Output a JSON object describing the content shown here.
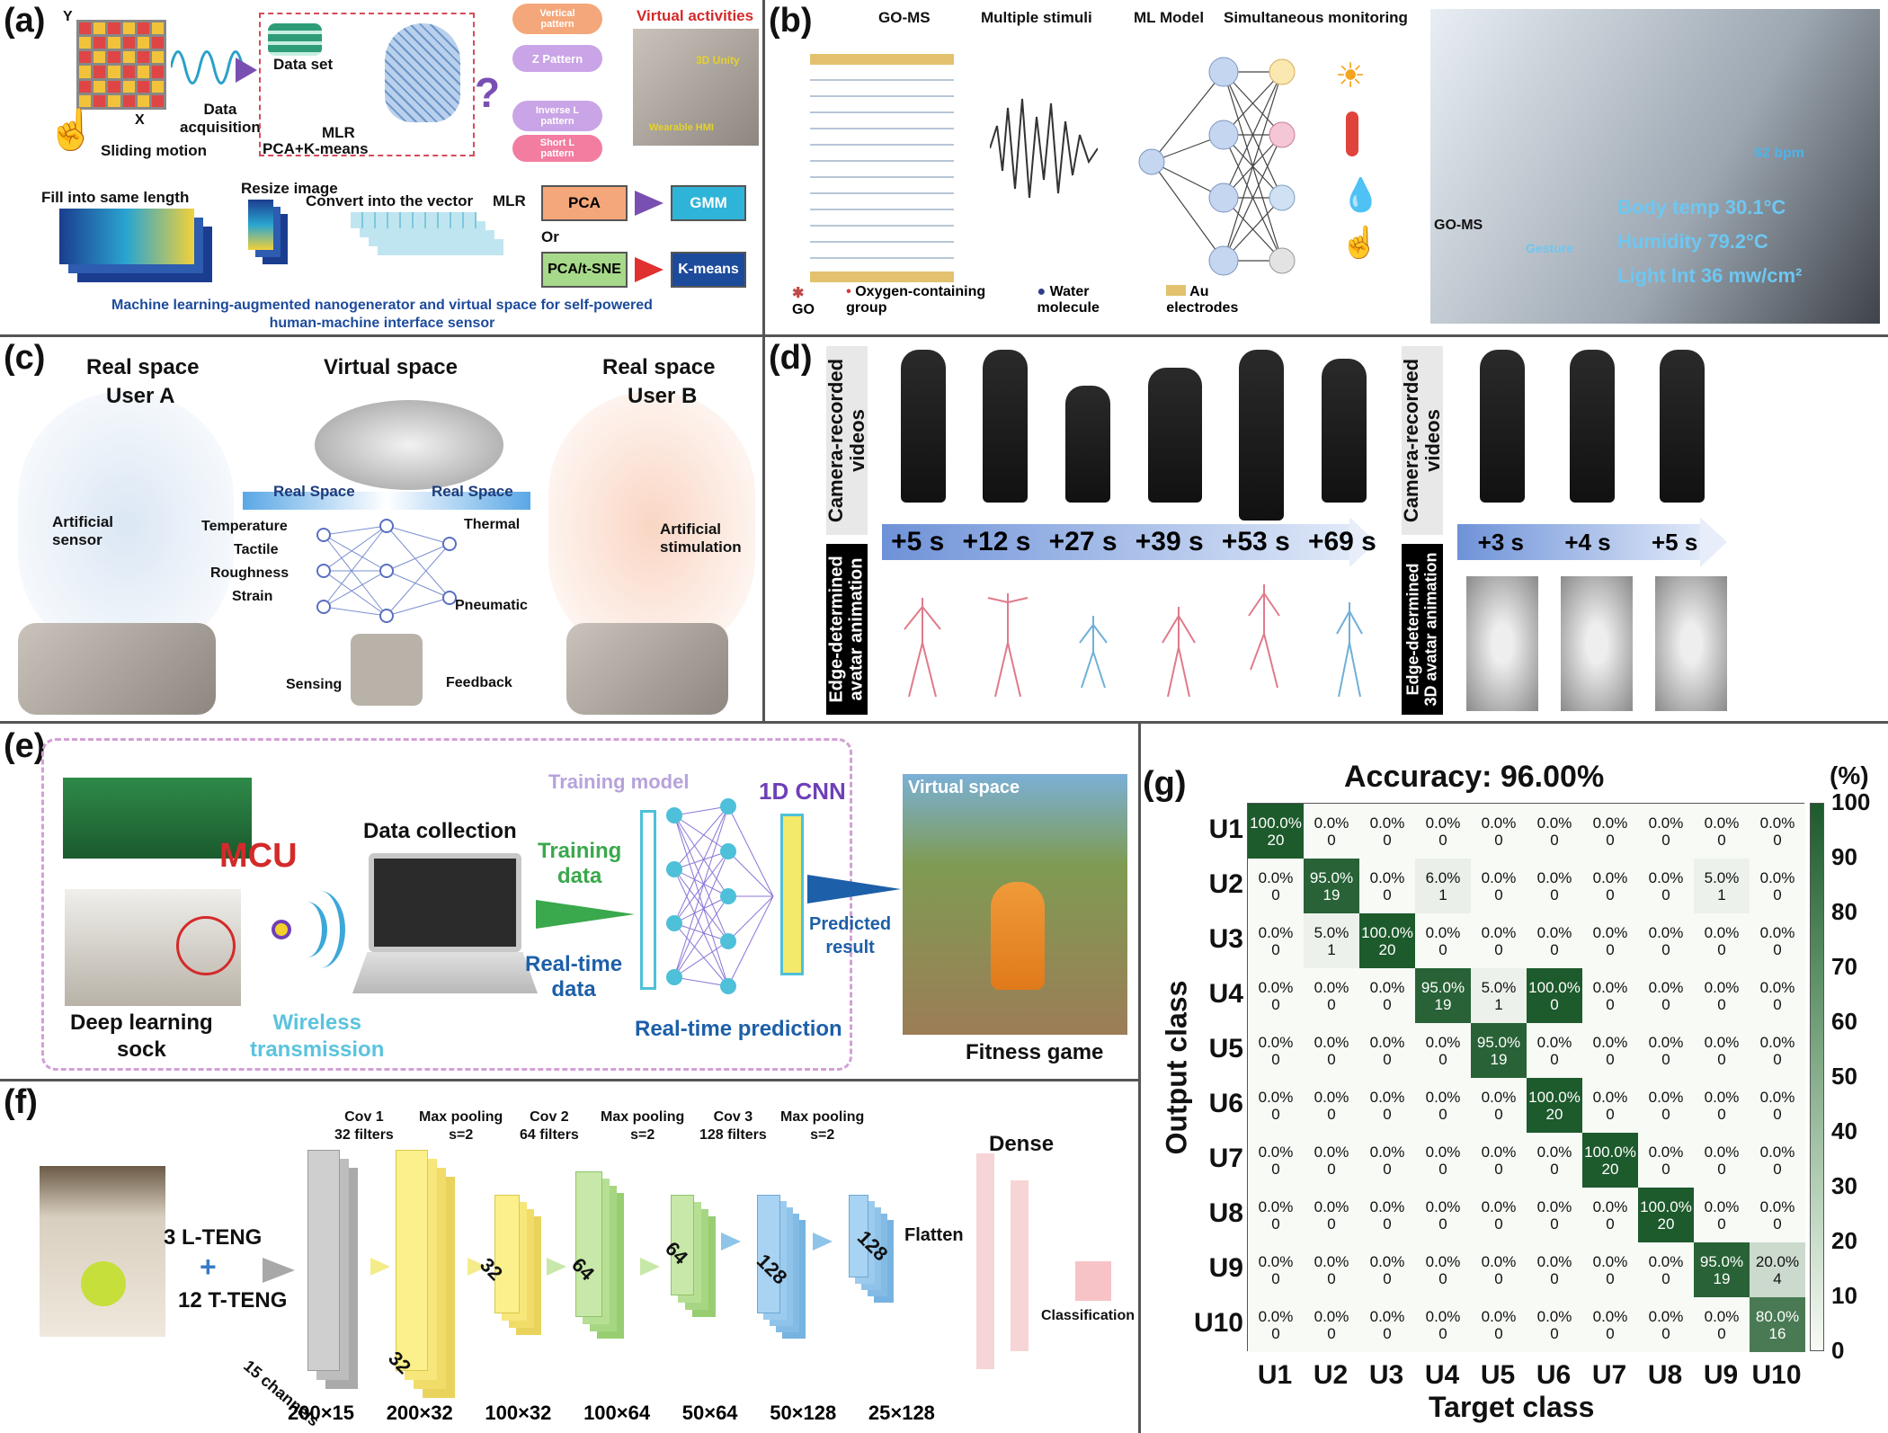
{
  "panels": {
    "a": {
      "label": "(a)",
      "axis_x": "X",
      "axis_y": "Y",
      "sliding_motion": "Sliding motion",
      "data_acquisition": "Data\nacquisition",
      "data_set": "Data set",
      "mlr": "MLR",
      "pca_kmeans": "PCA+K-means",
      "patterns": [
        "Vertical\npattern",
        "Z Pattern",
        "Inverse L\npattern",
        "Short L\npattern"
      ],
      "virtual_activities": "Virtual activities",
      "unity": "3D Unity",
      "wearable_hmi": "Wearable HMI",
      "fill": "Fill into same length",
      "resize": "Resize image",
      "convert": "Convert into the vector",
      "mlr2": "MLR",
      "or": "Or",
      "pca": "PCA",
      "gmm": "GMM",
      "pca_tsne": "PCA/t-SNE",
      "kmeans": "K-means",
      "caption": "Machine learning-augmented nanogenerator and virtual space for self-powered\nhuman-machine interface sensor"
    },
    "b": {
      "label": "(b)",
      "headers": [
        "GO-MS",
        "Multiple stimuli",
        "ML Model",
        "Simultaneous monitoring"
      ],
      "legend": [
        "GO",
        "Oxygen-containing group",
        "Water molecule",
        "Au electrodes"
      ],
      "go_ms": "GO-MS",
      "bpm": "62 bpm",
      "body_temp": "Body temp 30.1°C",
      "humidity": "Humidity 79.2°C",
      "light": "Light Int 36 mw/cm²",
      "gesture": "Gesture"
    },
    "c": {
      "label": "(c)",
      "real_space_a": "Real space",
      "user_a": "User A",
      "virtual_space": "Virtual space",
      "real_space_b": "Real space",
      "user_b": "User B",
      "real_space_l": "Real Space",
      "real_space_r": "Real Space",
      "artificial_sensor": "Artificial\nsensor",
      "artificial_stimulation": "Artificial\nstimulation",
      "inputs": [
        "Temperature",
        "Tactile",
        "Roughness",
        "Strain"
      ],
      "thermal": "Thermal",
      "pneumatic": "Pneumatic",
      "sensing": "Sensing",
      "feedback": "Feedback"
    },
    "d": {
      "label": "(d)",
      "camera": "Camera-recorded\nvideos",
      "edge": "Edge-determined\navatar animation",
      "camera2": "Camera-recorded\nvideos",
      "edge3d": "Edge-determined\n3D avatar animation",
      "times": [
        "+5 s",
        "+12 s",
        "+27 s",
        "+39 s",
        "+53 s",
        "+69 s"
      ],
      "times2": [
        "+3 s",
        "+4 s",
        "+5 s"
      ]
    },
    "e": {
      "label": "(e)",
      "mcu": "MCU",
      "deep_sock": "Deep learning\nsock",
      "wireless": "Wireless\ntransmission",
      "data_collection": "Data collection",
      "training_data": "Training\ndata",
      "realtime_data": "Real-time\ndata",
      "training_model": "Training model",
      "cnn": "1D CNN",
      "predicted": "Predicted\nresult",
      "realtime_pred": "Real-time prediction",
      "virtual_space": "Virtual space",
      "fitness": "Fitness game"
    },
    "f": {
      "label": "(f)",
      "l_teng": "3 L-TENG",
      "t_teng": "12 T-TENG",
      "channels": "15 channels",
      "cov1": "Cov 1\n32 filters",
      "mp1": "Max pooling\ns=2",
      "cov2": "Cov 2\n64 filters",
      "mp2": "Max pooling\ns=2",
      "cov3": "Cov 3\n128 filters",
      "mp3": "Max pooling\ns=2",
      "dense": "Dense",
      "flatten": "Flatten",
      "classification": "Classification",
      "depths": [
        "32",
        "32",
        "64",
        "64",
        "128",
        "128"
      ],
      "dims": [
        "200×15",
        "200×32",
        "100×32",
        "100×64",
        "50×64",
        "50×128",
        "25×128"
      ]
    },
    "g": {
      "label": "(g)",
      "title": "Accuracy: 96.00%",
      "xlabel": "Target class",
      "ylabel": "Output class",
      "unit": "(%)"
    }
  },
  "chart_data": {
    "type": "heatmap",
    "title": "Accuracy: 96.00%",
    "xlabel": "Target class",
    "ylabel": "Output class",
    "x_categories": [
      "U1",
      "U2",
      "U3",
      "U4",
      "U5",
      "U6",
      "U7",
      "U8",
      "U9",
      "U10"
    ],
    "y_categories": [
      "U1",
      "U2",
      "U3",
      "U4",
      "U5",
      "U6",
      "U7",
      "U8",
      "U9",
      "U10"
    ],
    "percent": [
      [
        100,
        0,
        0,
        0,
        0,
        0,
        0,
        0,
        0,
        0
      ],
      [
        0,
        95,
        0,
        6,
        0,
        0,
        0,
        0,
        5,
        0
      ],
      [
        0,
        5,
        100,
        0,
        0,
        0,
        0,
        0,
        0,
        0
      ],
      [
        0,
        0,
        0,
        95,
        5,
        100,
        0,
        0,
        0,
        0
      ],
      [
        0,
        0,
        0,
        0,
        95,
        0,
        0,
        0,
        0,
        0
      ],
      [
        0,
        0,
        0,
        0,
        0,
        100,
        0,
        0,
        0,
        0
      ],
      [
        0,
        0,
        0,
        0,
        0,
        0,
        100,
        0,
        0,
        0
      ],
      [
        0,
        0,
        0,
        0,
        0,
        0,
        0,
        100,
        0,
        0
      ],
      [
        0,
        0,
        0,
        0,
        0,
        0,
        0,
        0,
        95,
        20
      ],
      [
        0,
        0,
        0,
        0,
        0,
        0,
        0,
        0,
        0,
        80
      ]
    ],
    "counts": [
      [
        20,
        0,
        0,
        0,
        0,
        0,
        0,
        0,
        0,
        0
      ],
      [
        0,
        19,
        0,
        1,
        0,
        0,
        0,
        0,
        1,
        0
      ],
      [
        0,
        1,
        20,
        0,
        0,
        0,
        0,
        0,
        0,
        0
      ],
      [
        0,
        0,
        0,
        19,
        1,
        0,
        0,
        0,
        0,
        0
      ],
      [
        0,
        0,
        0,
        0,
        19,
        0,
        0,
        0,
        0,
        0
      ],
      [
        0,
        0,
        0,
        0,
        0,
        20,
        0,
        0,
        0,
        0
      ],
      [
        0,
        0,
        0,
        0,
        0,
        0,
        20,
        0,
        0,
        0
      ],
      [
        0,
        0,
        0,
        0,
        0,
        0,
        0,
        20,
        0,
        0
      ],
      [
        0,
        0,
        0,
        0,
        0,
        0,
        0,
        0,
        19,
        4
      ],
      [
        0,
        0,
        0,
        0,
        0,
        0,
        0,
        0,
        0,
        16
      ]
    ],
    "colorbar": {
      "range": [
        0,
        100
      ],
      "ticks": [
        "0",
        "10",
        "20",
        "30",
        "40",
        "50",
        "60",
        "70",
        "80",
        "90",
        "100"
      ],
      "unit": "(%)",
      "low_color": "#f7faf5",
      "high_color": "#1d5a2c"
    }
  }
}
